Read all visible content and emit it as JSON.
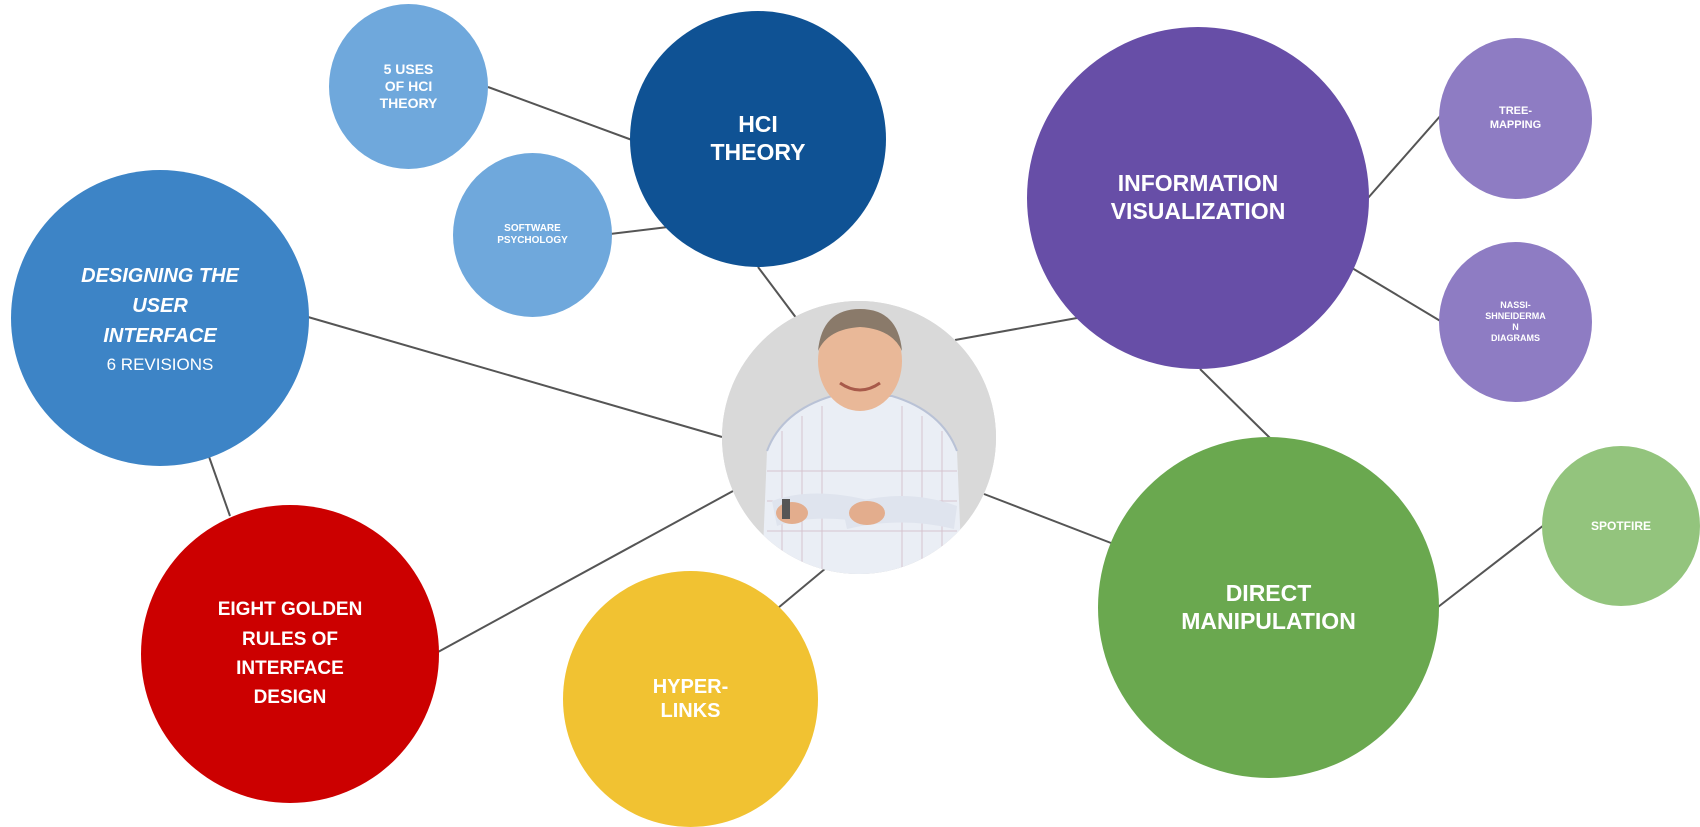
{
  "diagram": {
    "center": {
      "icon": "person-photo"
    },
    "nodes": {
      "hci_theory": {
        "label": "HCI\nTHEORY",
        "color": "#0f5294"
      },
      "five_uses": {
        "label": "5 USES\nOF HCI\nTHEORY",
        "color": "#6fa8dc"
      },
      "software_psychology": {
        "label": "SOFTWARE\nPSYCHOLOGY",
        "color": "#6fa8dc"
      },
      "designing_ui": {
        "label": "DESIGNING THE\nUSER\nINTERFACE",
        "sublabel": "6 REVISIONS",
        "color": "#3d84c6"
      },
      "eight_golden": {
        "label": "EIGHT GOLDEN\nRULES OF\nINTERFACE\nDESIGN",
        "color": "#cc0000"
      },
      "hyperlinks": {
        "label": "HYPER-\nLINKS",
        "color": "#f1c232"
      },
      "info_vis": {
        "label": "INFORMATION\nVISUALIZATION",
        "color": "#674ea7"
      },
      "tree_mapping": {
        "label": "TREE-\nMAPPING",
        "color": "#8e7cc3"
      },
      "nassi": {
        "label": "NASSI-\nSHNEIDERMA\nN\nDIAGRAMS",
        "color": "#8e7cc3"
      },
      "direct_manipulation": {
        "label": "DIRECT\nMANIPULATION",
        "color": "#6aa84f"
      },
      "spotfire": {
        "label": "SPOTFIRE",
        "color": "#93c47d"
      }
    },
    "edge_color": "#555555"
  }
}
